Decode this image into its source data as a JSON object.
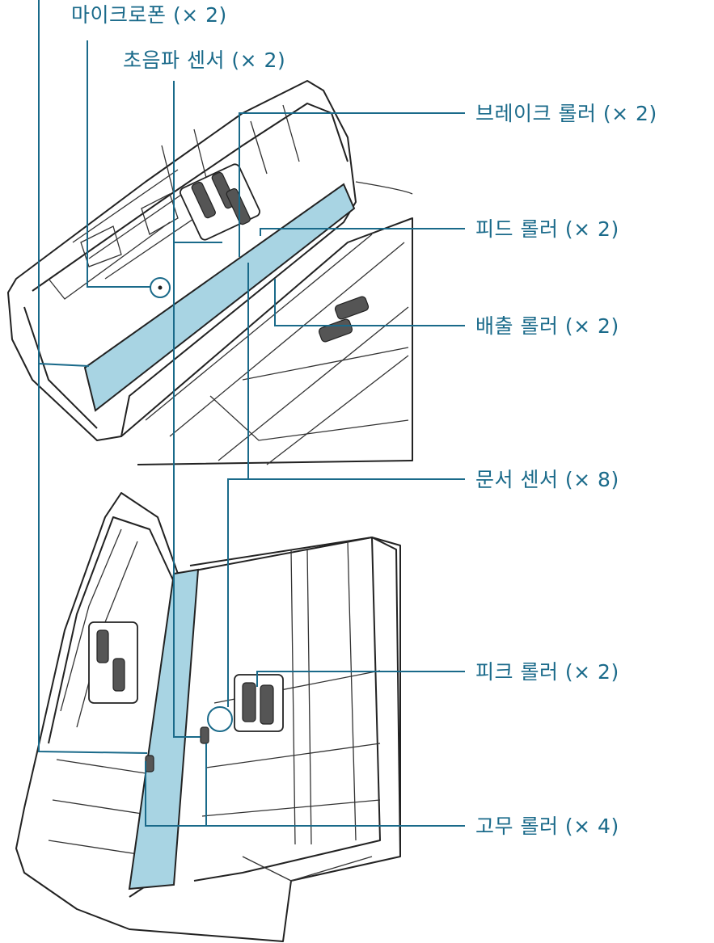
{
  "labels": {
    "microphone": "마이크로폰 (× 2)",
    "ultrasonic_sensor": "초음파 센서 (× 2)",
    "brake_roller": "브레이크 롤러 (× 2)",
    "feed_roller": "피드 롤러 (× 2)",
    "eject_roller": "배출 롤러 (× 2)",
    "document_sensor": "문서 센서 (× 8)",
    "pick_roller": "피크 롤러 (× 2)",
    "rubber_roller": "고무 롤러 (× 4)"
  },
  "colors": {
    "leader_line": "#1a6a8a",
    "label_text": "#1a6a8a",
    "glass": "#a8d4e3",
    "outline": "#222222"
  }
}
